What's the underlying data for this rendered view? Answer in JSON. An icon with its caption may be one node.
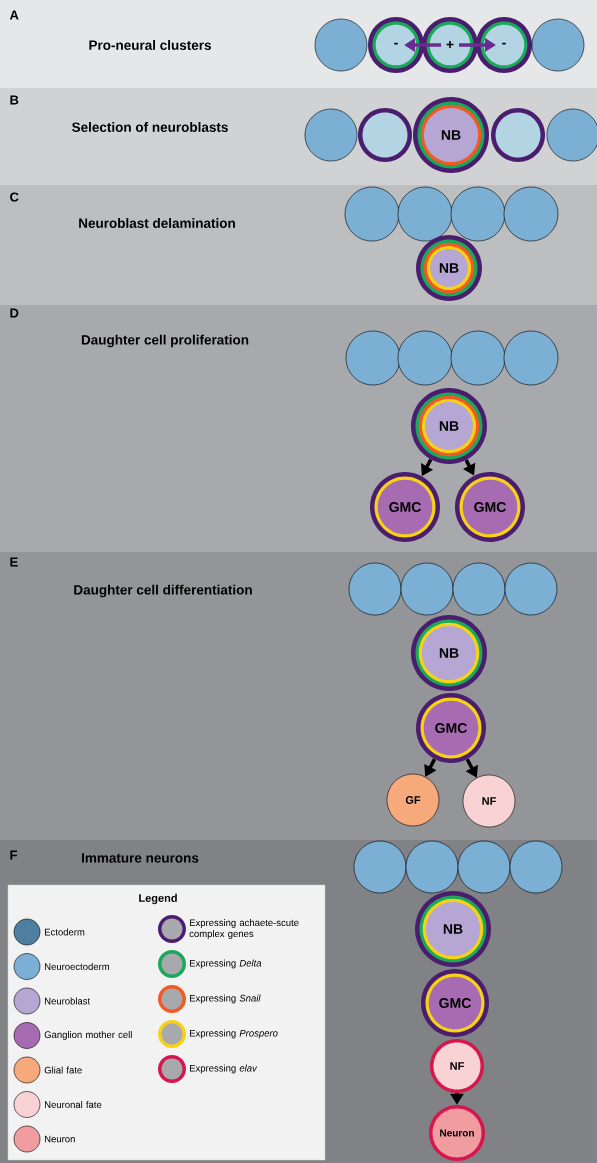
{
  "diagram": {
    "nodes": [
      {
        "text": [
          "A",
          "Pro-neural clusters"
        ]
      },
      {
        "text": [],
        "shape": "circle",
        "in": 0
      },
      {
        "text": [
          "-"
        ],
        "in": 0
      },
      {
        "text": [
          "+"
        ],
        "in": 0
      },
      {
        "text": [
          "-"
        ],
        "in": 0
      },
      {
        "text": [],
        "shape": "circle",
        "in": 0
      },
      {
        "text": [
          "B",
          "Selection of neuroblasts"
        ]
      },
      {
        "text": [],
        "shape": "circle",
        "in": 6
      },
      {
        "text": [],
        "shape": "circle",
        "in": 6
      },
      {
        "text": [
          "NB"
        ],
        "in": 6
      },
      {
        "text": [],
        "shape": "circle",
        "in": 6
      },
      {
        "text": [],
        "shape": "circle",
        "in": 6
      },
      {
        "text": [
          "C",
          "Neuroblast delamination"
        ]
      },
      {
        "text": [],
        "shape": "circle",
        "in": 12
      },
      {
        "text": [],
        "shape": "circle",
        "in": 12
      },
      {
        "text": [],
        "shape": "circle",
        "in": 12
      },
      {
        "text": [],
        "shape": "circle",
        "in": 12
      },
      {
        "text": [
          "NB"
        ],
        "in": 12
      },
      {
        "text": [
          "D",
          "Daughter cell proliferation"
        ]
      },
      {
        "text": [],
        "shape": "circle",
        "in": 18
      },
      {
        "text": [],
        "shape": "circle",
        "in": 18
      },
      {
        "text": [],
        "shape": "circle",
        "in": 18
      },
      {
        "text": [],
        "shape": "circle",
        "in": 18
      },
      {
        "text": [
          "NB"
        ],
        "in": 18
      },
      {
        "text": [
          "GMC"
        ],
        "in": 18
      },
      {
        "text": [
          "GMC"
        ],
        "in": 18
      },
      {
        "text": [
          "E",
          "Daughter cell differentiation"
        ]
      },
      {
        "text": [],
        "shape": "circle",
        "in": 26
      },
      {
        "text": [],
        "shape": "circle",
        "in": 26
      },
      {
        "text": [],
        "shape": "circle",
        "in": 26
      },
      {
        "text": [],
        "shape": "circle",
        "in": 26
      },
      {
        "text": [
          "NB"
        ],
        "in": 26
      },
      {
        "text": [
          "GMC"
        ],
        "in": 26
      },
      {
        "text": [
          "GF"
        ],
        "in": 26
      },
      {
        "text": [
          "NF"
        ],
        "in": 26
      },
      {
        "text": [
          "F",
          "Immature neurons"
        ]
      },
      {
        "text": [],
        "shape": "circle",
        "in": 35
      },
      {
        "text": [],
        "shape": "circle",
        "in": 35
      },
      {
        "text": [],
        "shape": "circle",
        "in": 35
      },
      {
        "text": [],
        "shape": "circle",
        "in": 35
      },
      {
        "text": [
          "NB"
        ],
        "in": 35
      },
      {
        "text": [
          "GMC"
        ],
        "in": 35
      },
      {
        "text": [
          "NF"
        ],
        "in": 35
      },
      {
        "text": [
          "Neuron"
        ],
        "in": 35
      }
    ],
    "edges": [
      {
        "from": 3,
        "to": 2,
        "arrow": "to",
        "color": "#6a2c91"
      },
      {
        "from": 3,
        "to": 4,
        "arrow": "to",
        "color": "#6a2c91"
      },
      {
        "from": 23,
        "to": 24,
        "arrow": "to"
      },
      {
        "from": 23,
        "to": 25,
        "arrow": "to"
      },
      {
        "from": 32,
        "to": 33,
        "arrow": "to"
      },
      {
        "from": 32,
        "to": 34,
        "arrow": "to"
      },
      {
        "from": 42,
        "to": 43,
        "arrow": "to"
      }
    ],
    "labels": [
      "Legend"
    ],
    "legend": [
      {
        "text": "Ectoderm",
        "color": "#4f7fa0"
      },
      {
        "text": "Neuroectoderm",
        "color": "#7bafd4"
      },
      {
        "text": "Neuroblast",
        "color": "#b6a6d4"
      },
      {
        "text": "Ganglion mother cell",
        "color": "#a66bb0"
      },
      {
        "text": "Glial fate",
        "color": "#f6a97a"
      },
      {
        "text": "Neuronal fate",
        "color": "#f9d2d4"
      },
      {
        "text": "Neuron",
        "color": "#f19ca1"
      },
      {
        "text": "Expressing achaete-scute complex genes",
        "color": "#4b1d6e"
      },
      {
        "text": "Expressing *Delta*",
        "color": "#1aa85a"
      },
      {
        "text": "Expressing *Snail*",
        "color": "#f15a24"
      },
      {
        "text": "Expressing *Prospero*",
        "color": "#f7d117"
      },
      {
        "text": "Expressing *elav*",
        "color": "#d6164f"
      }
    ]
  }
}
